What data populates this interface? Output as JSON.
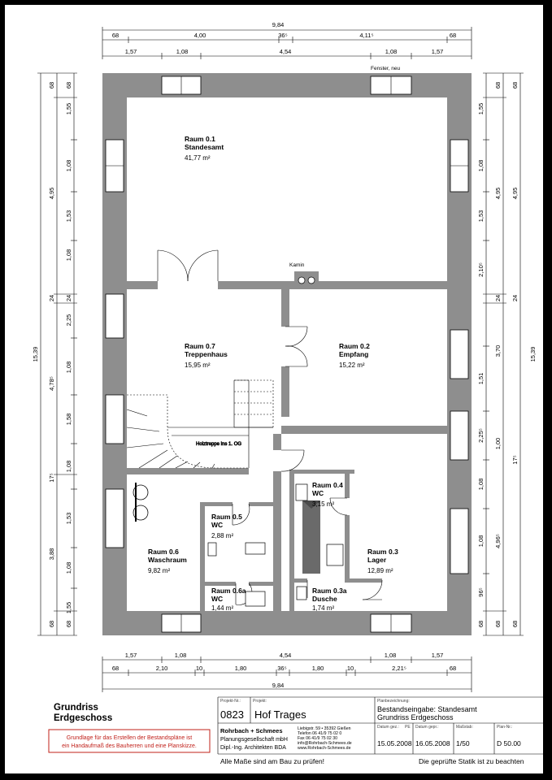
{
  "labels": {
    "fenster": "Fenster, neu",
    "kamin": "Kamin",
    "holztreppe": "Holztreppe ins 1. OG"
  },
  "rooms": [
    {
      "number": "Raum 0.1",
      "name": "Standesamt",
      "area": "41,77 m²"
    },
    {
      "number": "Raum 0.7",
      "name": "Treppenhaus",
      "area": "15,95 m²"
    },
    {
      "number": "Raum 0.2",
      "name": "Empfang",
      "area": "15,22 m²"
    },
    {
      "number": "Raum 0.6",
      "name": "Waschraum",
      "area": "9,82 m²"
    },
    {
      "number": "Raum 0.5",
      "name": "WC",
      "area": "2,88 m²"
    },
    {
      "number": "Raum 0.6a",
      "name": "WC",
      "area": "1,44 m²"
    },
    {
      "number": "Raum 0.4",
      "name": "WC",
      "area": "3,15 m²"
    },
    {
      "number": "Raum 0.3",
      "name": "Lager",
      "area": "12,89 m²"
    },
    {
      "number": "Raum 0.3a",
      "name": "Dusche",
      "area": "1,74 m²"
    }
  ],
  "dims": {
    "top_total": "9,84",
    "side_total": "15,39",
    "top_r1": [
      "68",
      "4,00",
      "36⁵",
      "4,11⁵",
      "68"
    ],
    "top_r2": [
      "1,57",
      "1,08",
      "4,54",
      "1,08",
      "1,57"
    ],
    "bottom_r1": [
      "1,57",
      "1,08",
      "4,54",
      "1,08",
      "1,57"
    ],
    "bottom_r2": [
      "68",
      "2,10",
      "10",
      "1,80",
      "36⁵",
      "1,80",
      "10",
      "2,21⁵",
      "68"
    ],
    "left_r1": [
      "68",
      "4,95",
      "24",
      "4,78⁵",
      "17⁵",
      "3,88",
      "68"
    ],
    "left_r2": [
      "68",
      "1,55",
      "1,08",
      "1,53",
      "1,08",
      "24",
      "2,25",
      "1,08",
      "1,58",
      "1,08",
      "1,53",
      "1,08",
      "1,55",
      "68"
    ],
    "right_r1": [
      "1,55",
      "1,08",
      "1,53",
      "2,10⁵",
      "1,51",
      "2,25⁵",
      "1,08",
      "1,08",
      "96⁵",
      "68"
    ],
    "right_r2": [
      "68",
      "4,95",
      "24",
      "3,70",
      "1,00",
      "4,96⁵",
      "68"
    ],
    "right_r3": [
      "68",
      "4,95",
      "24",
      "17⁵",
      "68"
    ]
  },
  "title": {
    "line1": "Grundriss",
    "line2": "Erdgeschoss",
    "warning_line1": "Grundlage für das Erstellen der Bestandspläne ist",
    "warning_line2": "ein Handaufmaß des Bauherren und eine Planskizze.",
    "labels": {
      "projekt_nr": "Projekt-Nr.:",
      "projekt": "Projekt:",
      "planbezeichnung": "Planbezeichnung:",
      "datum_gez": "Datum gez.:",
      "pe": "PE",
      "datum_gepr": "Datum gepr.:",
      "massstab": "Maßstab:",
      "plan_nr": "Plan-Nr.:"
    },
    "project_number": "0823",
    "project_name": "Hof Trages",
    "plan_line1": "Bestandseingabe: Standesamt",
    "plan_line2": "Grundriss Erdgeschoss",
    "company": "Rohrbach + Schmees",
    "company_line2": "Planungsgesellschaft mbH",
    "company_line3": "Dipl.-Ing. Architekten BDA",
    "address": [
      "Liebigstr. 59 • 35392 Gießen",
      "Telefon 06 41/9 75 02 0",
      "Fax 06 41/9 75 02 30",
      "info@Rohrbach-Schmees.de",
      "www.Rohrbach-Schmees.de"
    ],
    "date_drawn": "15.05.2008",
    "date_checked": "16.05.2008",
    "scale": "1/50",
    "plan_number": "D 50.00",
    "note_left": "Alle Maße sind am Bau zu prüfen!",
    "note_right": "Die geprüfte Statik ist zu beachten"
  }
}
